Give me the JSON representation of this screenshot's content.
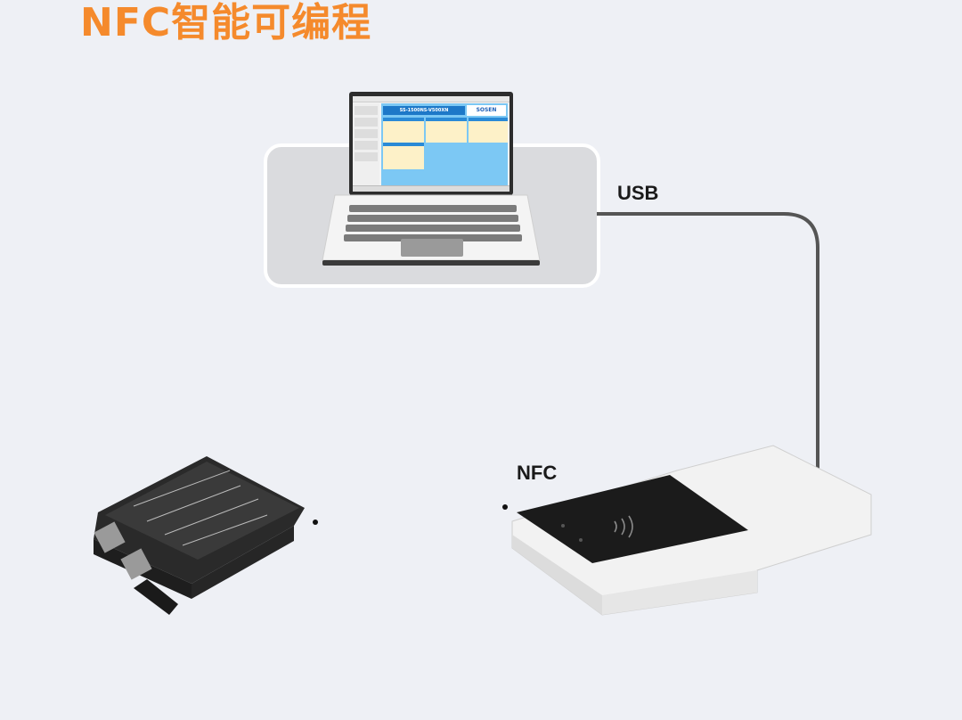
{
  "title": "NFC智能可编程",
  "labels": {
    "usb": "USB",
    "nfc": "NFC"
  },
  "software": {
    "model": "SS-1500NS-V500XN",
    "brand": "SOSEN"
  },
  "colors": {
    "title": "#f58a2c",
    "background": "#eef0f5",
    "cable": "#555555"
  },
  "devices": [
    {
      "name": "laptop",
      "icon": "laptop-icon"
    },
    {
      "name": "nfc-programmer",
      "icon": "nfc-reader-icon"
    },
    {
      "name": "led-driver",
      "icon": "led-driver-icon"
    }
  ]
}
